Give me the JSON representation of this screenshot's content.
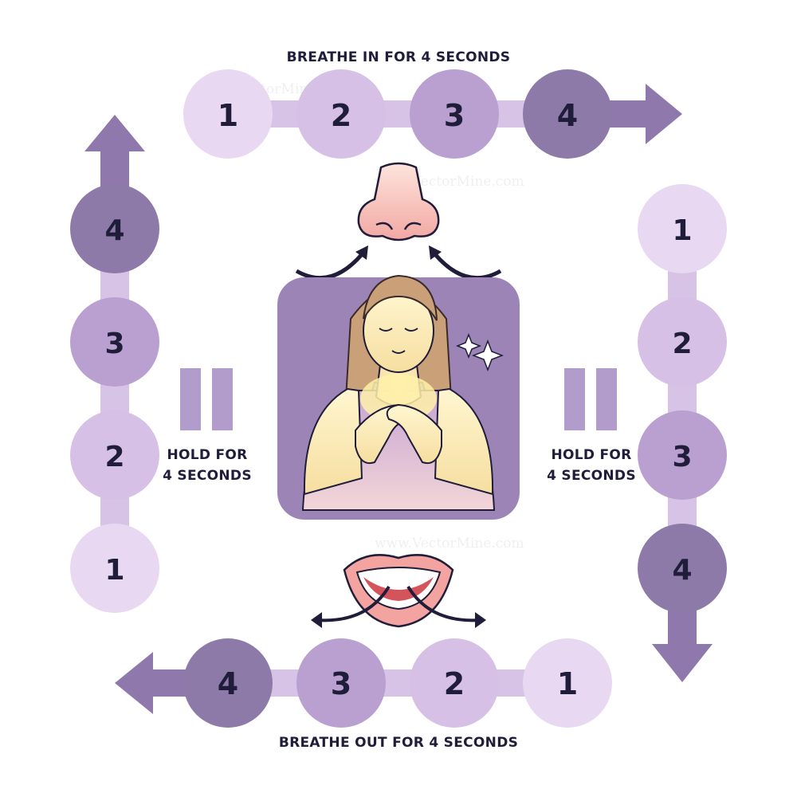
{
  "title_top": "BREATHE IN FOR 4 SECONDS",
  "title_bottom": "BREATHE OUT FOR 4 SECONDS",
  "hold_left": {
    "line1": "HOLD FOR",
    "line2": "4 SECONDS"
  },
  "hold_right": {
    "line1": "HOLD FOR",
    "line2": "4 SECONDS"
  },
  "counts": {
    "top": [
      "1",
      "2",
      "3",
      "4"
    ],
    "right": [
      "1",
      "2",
      "3",
      "4"
    ],
    "bottom": [
      "4",
      "3",
      "2",
      "1"
    ],
    "left": [
      "4",
      "3",
      "2",
      "1"
    ]
  },
  "watermark": "www.VectorMine.com",
  "colors": {
    "step1": "#e8d8f2",
    "step2": "#d6c0e6",
    "step3": "#b9a0d0",
    "step4": "#8d7aa8",
    "arrow": "#8f79ac",
    "text": "#1f1d3a",
    "panel": "#9c85b6"
  }
}
